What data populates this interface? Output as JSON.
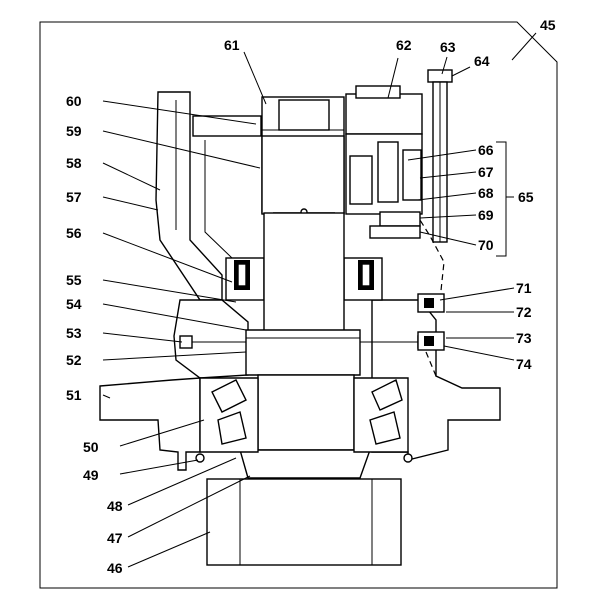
{
  "callouts": {
    "c45": "45",
    "c46": "46",
    "c47": "47",
    "c48": "48",
    "c49": "49",
    "c50": "50",
    "c51": "51",
    "c52": "52",
    "c53": "53",
    "c54": "54",
    "c55": "55",
    "c56": "56",
    "c57": "57",
    "c58": "58",
    "c59": "59",
    "c60": "60",
    "c61": "61",
    "c62": "62",
    "c63": "63",
    "c64": "64",
    "c65": "65",
    "c66": "66",
    "c67": "67",
    "c68": "68",
    "c69": "69",
    "c70": "70",
    "c71": "71",
    "c72": "72",
    "c73": "73",
    "c74": "74"
  }
}
